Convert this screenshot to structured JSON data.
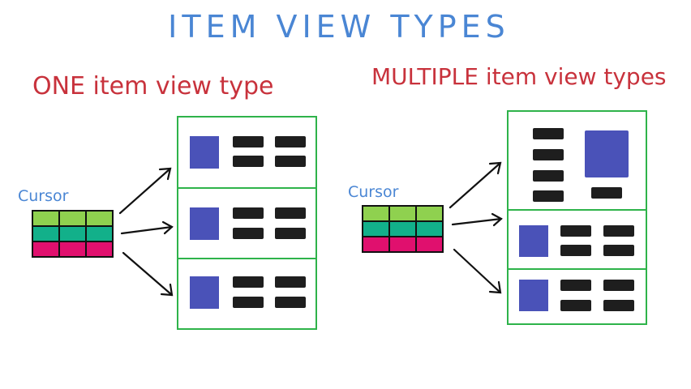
{
  "title": "ITEM VIEW TYPES",
  "left_panel": {
    "heading": "ONE item view type",
    "cursor_label": "Cursor"
  },
  "right_panel": {
    "heading": "MULTIPLE item view types",
    "cursor_label": "Cursor"
  },
  "colors": {
    "title": "#4a86d4",
    "heading": "#c8323c",
    "cursor_label": "#4a86d4",
    "cursor_row_1": "#8fd14f",
    "cursor_row_2": "#12b08a",
    "cursor_row_3": "#e0106e",
    "list_border": "#2eb34a",
    "thumbnail": "#4a52b8",
    "text_block": "#1e1e1e",
    "arrow": "#111111"
  }
}
